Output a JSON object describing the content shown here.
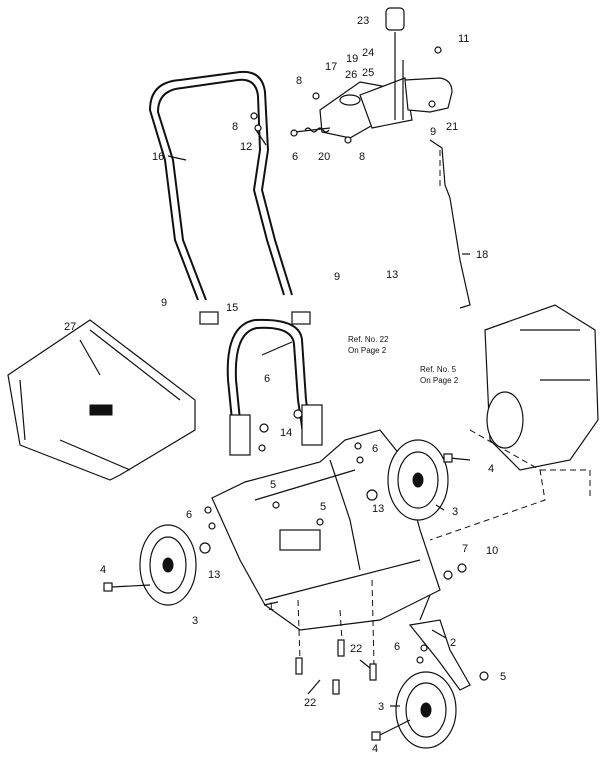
{
  "diagram": {
    "callouts": [
      {
        "id": "c23",
        "text": "23"
      },
      {
        "id": "c24",
        "text": "24"
      },
      {
        "id": "c11",
        "text": "11"
      },
      {
        "id": "c19",
        "text": "19"
      },
      {
        "id": "c17",
        "text": "17"
      },
      {
        "id": "c26",
        "text": "26"
      },
      {
        "id": "c25",
        "text": "25"
      },
      {
        "id": "c8a",
        "text": "8"
      },
      {
        "id": "c8b",
        "text": "8"
      },
      {
        "id": "c8c",
        "text": "8"
      },
      {
        "id": "c9a",
        "text": "9"
      },
      {
        "id": "c21",
        "text": "21"
      },
      {
        "id": "c12",
        "text": "12"
      },
      {
        "id": "c6a",
        "text": "6"
      },
      {
        "id": "c20",
        "text": "20"
      },
      {
        "id": "c16",
        "text": "16"
      },
      {
        "id": "c18",
        "text": "18"
      },
      {
        "id": "c9b",
        "text": "9"
      },
      {
        "id": "c9c",
        "text": "9"
      },
      {
        "id": "c13a",
        "text": "13"
      },
      {
        "id": "c15",
        "text": "15"
      },
      {
        "id": "c27",
        "text": "27"
      },
      {
        "id": "c6b",
        "text": "6"
      },
      {
        "id": "c14",
        "text": "14"
      },
      {
        "id": "c6c",
        "text": "6"
      },
      {
        "id": "c4a",
        "text": "4"
      },
      {
        "id": "c5a",
        "text": "5"
      },
      {
        "id": "c5b",
        "text": "5"
      },
      {
        "id": "c13b",
        "text": "13"
      },
      {
        "id": "c3a",
        "text": "3"
      },
      {
        "id": "c6d",
        "text": "6"
      },
      {
        "id": "c13c",
        "text": "13"
      },
      {
        "id": "c4b",
        "text": "4"
      },
      {
        "id": "c7",
        "text": "7"
      },
      {
        "id": "c10",
        "text": "10"
      },
      {
        "id": "c3b",
        "text": "3"
      },
      {
        "id": "c1",
        "text": "1"
      },
      {
        "id": "c2",
        "text": "2"
      },
      {
        "id": "c6e",
        "text": "6"
      },
      {
        "id": "c5c",
        "text": "5"
      },
      {
        "id": "c22a",
        "text": "22"
      },
      {
        "id": "c22b",
        "text": "22"
      },
      {
        "id": "c3c",
        "text": "3"
      },
      {
        "id": "c4c",
        "text": "4"
      }
    ],
    "notes": {
      "ref22_line1": "Ref. No. 22",
      "ref22_line2": "On Page 2",
      "ref5_line1": "Ref. No. 5",
      "ref5_line2": "On Page 2"
    }
  }
}
